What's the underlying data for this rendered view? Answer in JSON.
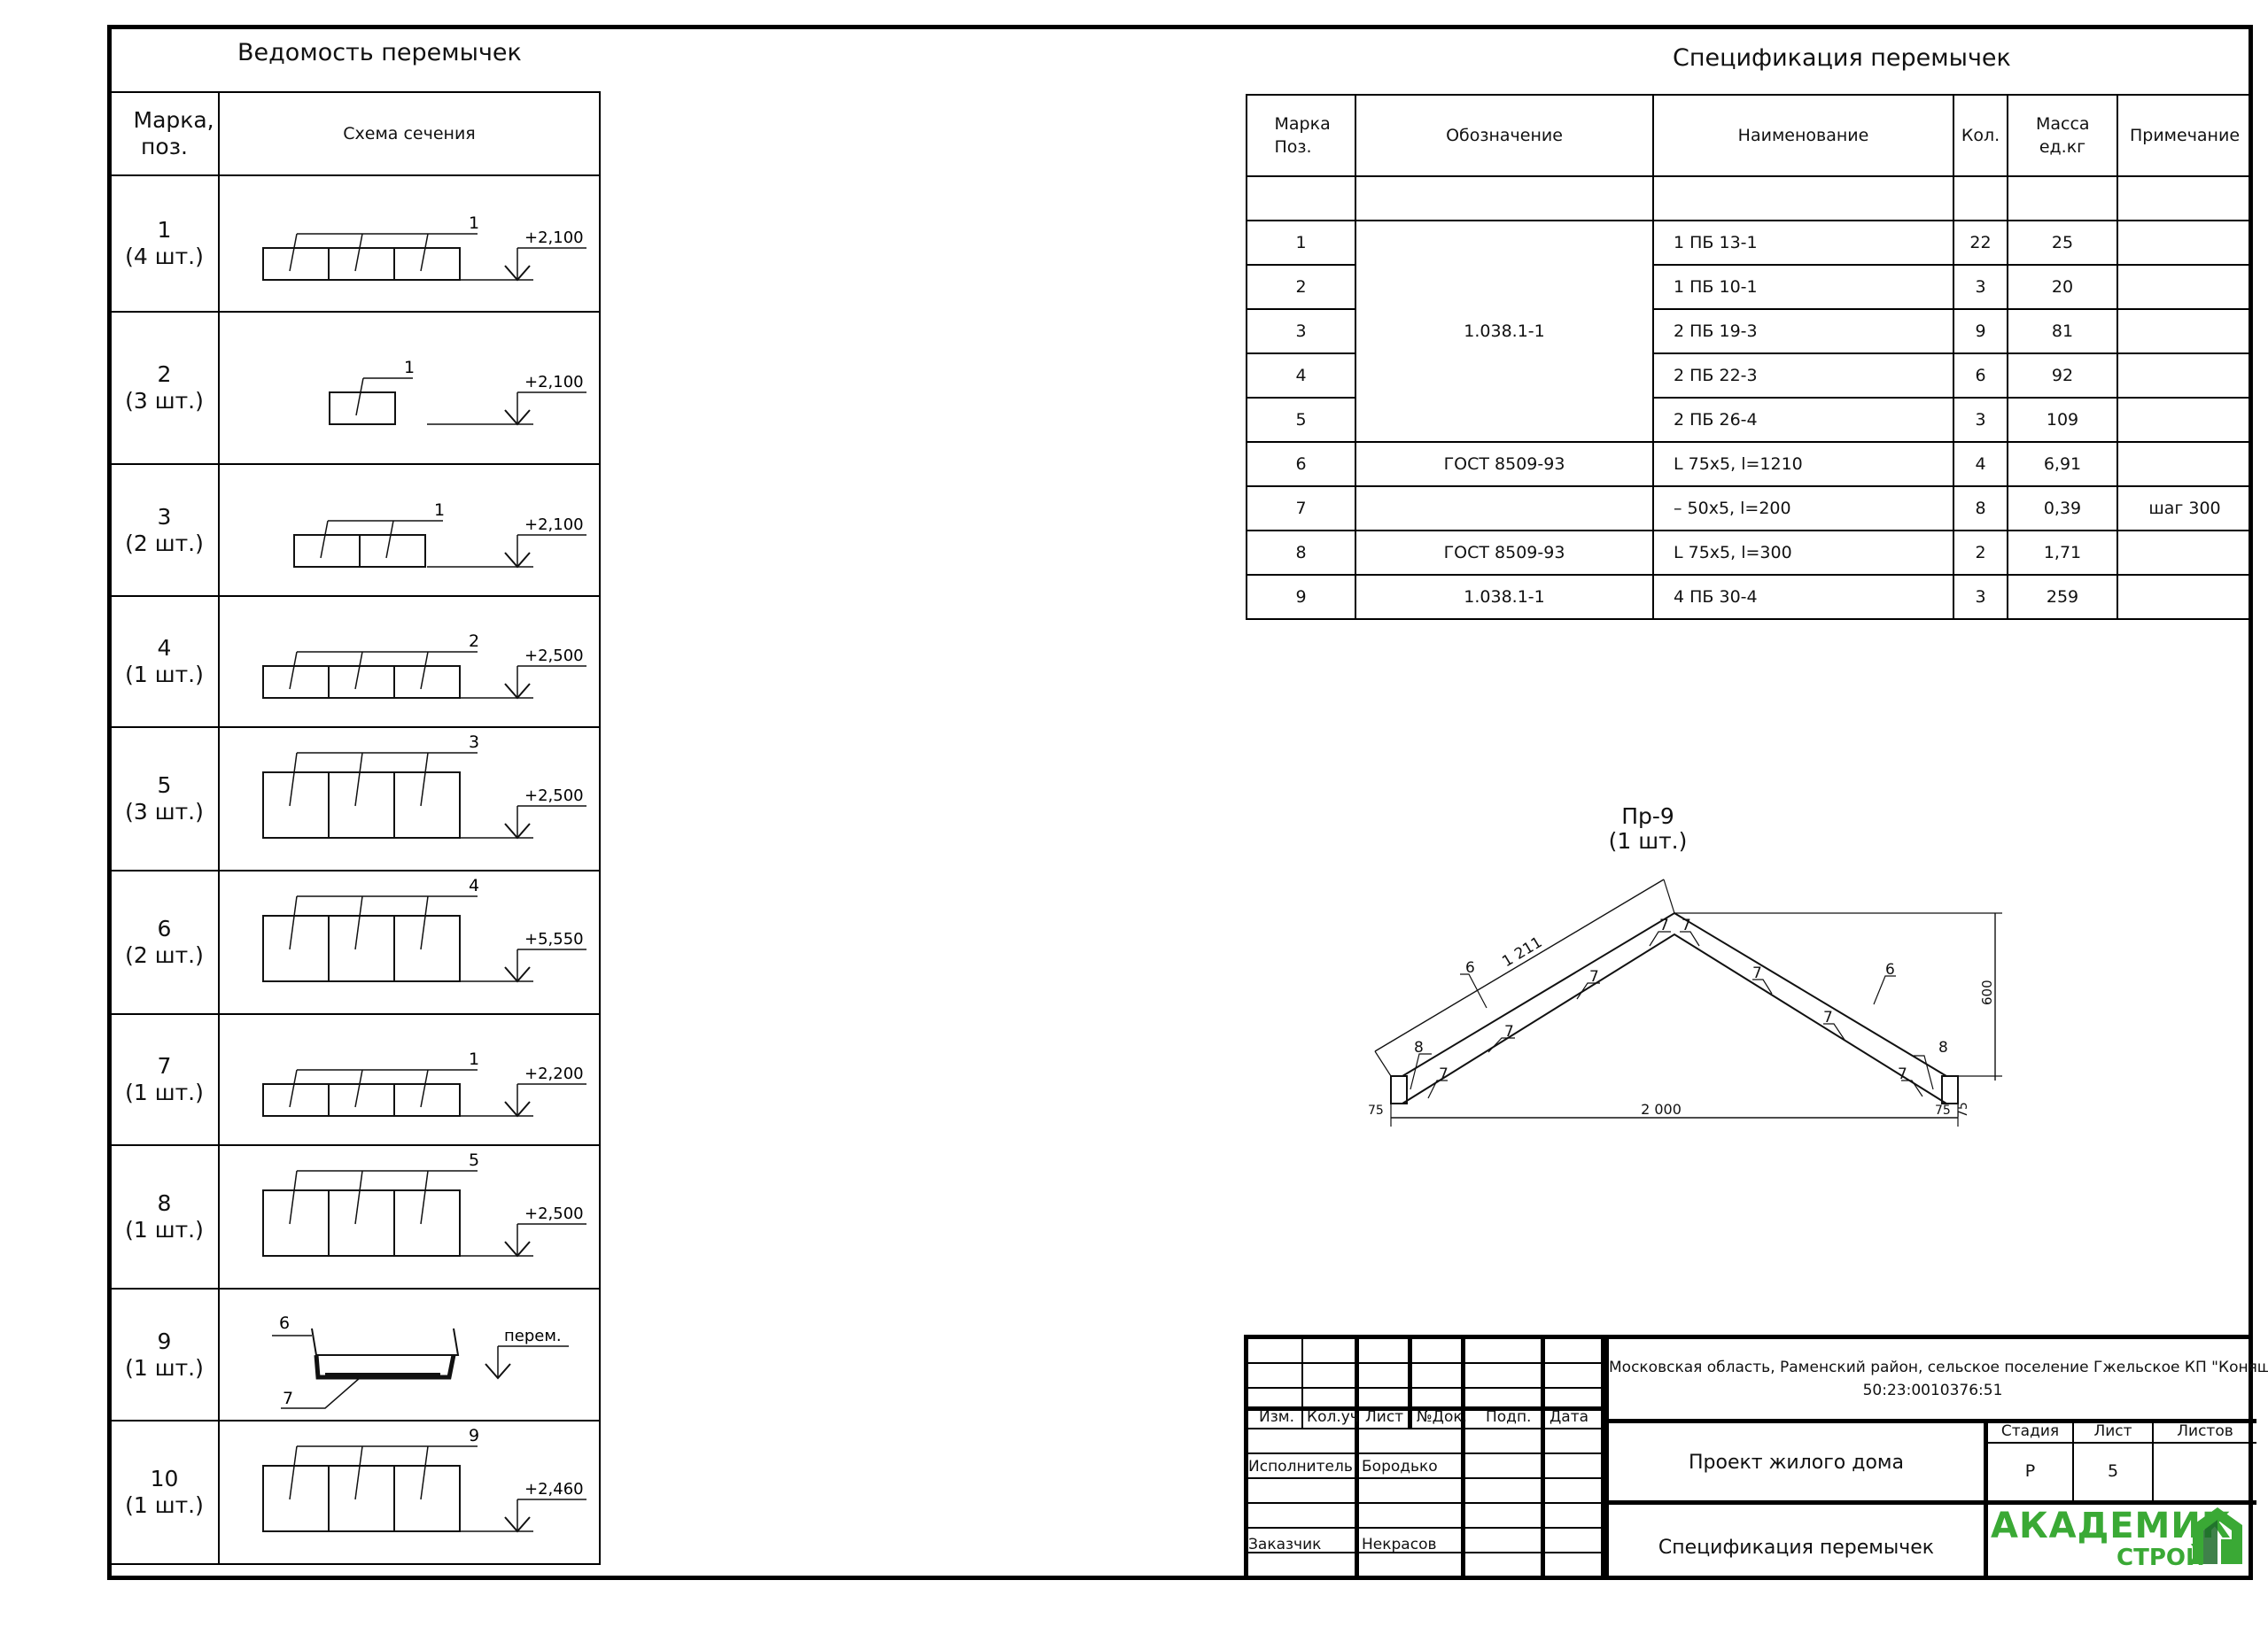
{
  "vedomost": {
    "title": "Ведомость перемычек",
    "col_mark": "Марка, поз.",
    "col_scheme": "Схема сечения",
    "rows": [
      {
        "mark": "1",
        "count": "(4 шт.)",
        "pos": "1",
        "level": "+2,100"
      },
      {
        "mark": "2",
        "count": "(3 шт.)",
        "pos": "1",
        "level": "+2,100"
      },
      {
        "mark": "3",
        "count": "(2 шт.)",
        "pos": "1",
        "level": "+2,100"
      },
      {
        "mark": "4",
        "count": "(1 шт.)",
        "pos": "2",
        "level": "+2,500"
      },
      {
        "mark": "5",
        "count": "(3 шт.)",
        "pos": "3",
        "level": "+2,500"
      },
      {
        "mark": "6",
        "count": "(2 шт.)",
        "pos": "4",
        "level": "+5,550"
      },
      {
        "mark": "7",
        "count": "(1 шт.)",
        "pos": "1",
        "level": "+2,200"
      },
      {
        "mark": "8",
        "count": "(1 шт.)",
        "pos": "5",
        "level": "+2,500"
      },
      {
        "mark": "9",
        "count": "(1 шт.)",
        "pos_a": "6",
        "pos_b": "7",
        "level": "перем."
      },
      {
        "mark": "10",
        "count": "(1 шт.)",
        "pos": "9",
        "level": "+2,460"
      }
    ]
  },
  "spec": {
    "title": "Спецификация перемычек",
    "headers": [
      "Марка Поз.",
      "Обозначение",
      "Наименование",
      "Кол.",
      "Масса ед.кг",
      "Примечание"
    ],
    "rows": [
      {
        "pos": "1",
        "name": "1 ПБ 13-1",
        "qty": "22",
        "mass": "25",
        "note": ""
      },
      {
        "pos": "2",
        "name": "1 ПБ 10-1",
        "qty": "3",
        "mass": "20",
        "note": ""
      },
      {
        "pos": "3",
        "name": "2 ПБ 19-3",
        "qty": "9",
        "mass": "81",
        "note": ""
      },
      {
        "pos": "4",
        "name": "2 ПБ 22-3",
        "qty": "6",
        "mass": "92",
        "note": ""
      },
      {
        "pos": "5",
        "name": "2 ПБ 26-4",
        "qty": "3",
        "mass": "109",
        "note": ""
      },
      {
        "pos": "6",
        "name": "L 75х5, l=1210",
        "qty": "4",
        "mass": "6,91",
        "note": ""
      },
      {
        "pos": "7",
        "name": "– 50х5, l=200",
        "qty": "8",
        "mass": "0,39",
        "note": "шаг 300"
      },
      {
        "pos": "8",
        "name": "L 75х5, l=300",
        "qty": "2",
        "mass": "1,71",
        "note": ""
      },
      {
        "pos": "9",
        "name": "4 ПБ 30-4",
        "qty": "3",
        "mass": "259",
        "note": ""
      }
    ],
    "designation_1_5": "1.038.1-1",
    "designation_6": "ГОСТ 8509-93",
    "designation_8": "ГОСТ 8509-93",
    "designation_9": "1.038.1-1"
  },
  "drawing": {
    "title": "Пр-9",
    "count": "(1 шт.)",
    "dims": {
      "diag": "1 211",
      "height": "600",
      "span": "2 000",
      "end": "75"
    },
    "labels": {
      "p6": "6",
      "p7": "7",
      "p8": "8"
    }
  },
  "stamp": {
    "cols": [
      "Изм.",
      "Кол.уч",
      "Лист",
      "№Док.",
      "Подп.",
      "Дата"
    ],
    "role1": "Исполнитель",
    "name1": "Бородько",
    "role2": "Заказчик",
    "name2": "Некрасов",
    "address": "Московская область, Раменский район, сельское поселение Гжельское КП \"Коняшкино-Парк\"",
    "cadastral": "50:23:0010376:51",
    "project": "Проект жилого дома",
    "sheet_title": "Спецификация перемычек",
    "stage_h": "Стадия",
    "sheet_h": "Лист",
    "sheets_h": "Листов",
    "stage": "Р",
    "sheet": "5",
    "logo_main": "АКАДЕМИК",
    "logo_sub": "СТРОЙ",
    "brand_green": "#3aa935",
    "brand_dark": "#1d6b2a"
  }
}
